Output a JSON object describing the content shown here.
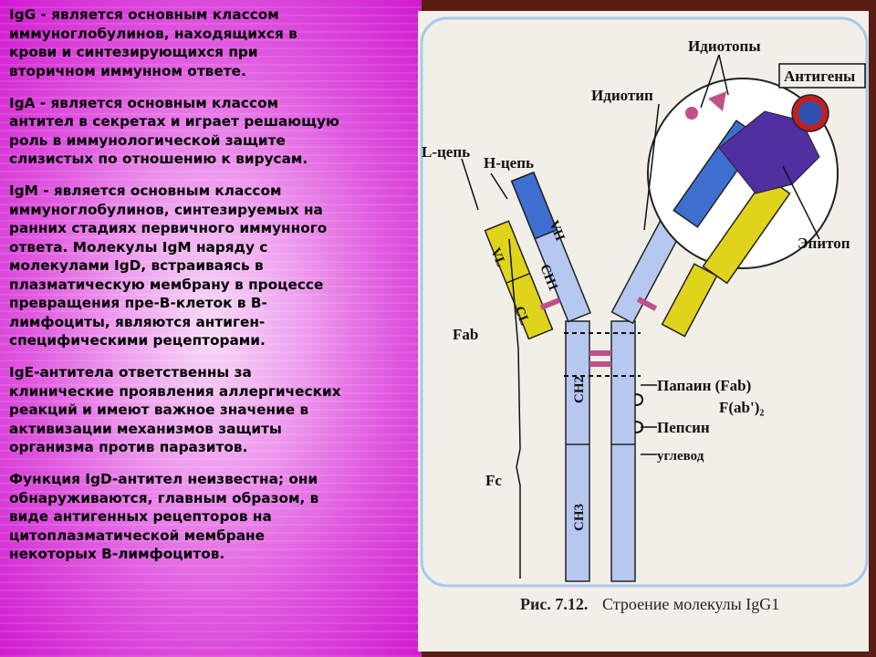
{
  "text": {
    "igg": [
      "IgG - является основным классом",
      "иммуноглобулинов, находящихся в",
      "крови и синтезирующихся при",
      "вторичном иммунном ответе."
    ],
    "iga": [
      "IgA - является основным классом",
      "антител в секретах и играет решающую",
      "роль в иммунологической защите",
      "слизистых по отношению к вирусам."
    ],
    "igm": [
      "IgM - является основным классом",
      "иммуноглобулинов, синтезируемых на",
      "ранних стадиях первичного иммунного",
      "ответа. Молекулы IgM наряду с",
      "молекулами IgD, встраиваясь в",
      "плазматическую мембрану в процессе",
      "превращения пре-В-клеток в В-",
      "лимфоциты, являются антиген-",
      "специфическими рецепторами."
    ],
    "ige": [
      "IgE-антитела ответственны за",
      "клинические проявления аллергических",
      "реакций и имеют важное значение в",
      "активизации механизмов защиты",
      "организма против паразитов."
    ],
    "igd": [
      "Функция IgD-антител неизвестна; они",
      "обнаруживаются, главным образом, в",
      "виде антигенных рецепторов на",
      "цитоплазматической мембране",
      "некоторых В-лимфоцитов."
    ]
  },
  "diagram": {
    "label_idiotopes": "Идиотопы",
    "label_antigens": "Антигены",
    "label_idiotype": "Идиотип",
    "label_l_chain": "L-цепь",
    "label_h_chain": "H-цепь",
    "label_fab": "Fab",
    "label_fc": "Fc",
    "label_epitope": "Эпитоп",
    "label_papain": "Папаин (Fab)",
    "label_fab2": "F(ab')₂",
    "label_pepsin": "Пепсин",
    "label_carb": "углевод",
    "domain_vh": "VH",
    "domain_ch1": "CH1",
    "domain_vl": "VL",
    "domain_cl": "CL",
    "domain_ch2": "CH2",
    "domain_ch3": "CH3",
    "caption_num": "Рис. 7.12.",
    "caption_text": "Строение молекулы IgG1"
  },
  "colors": {
    "heavy_chain": "#b6c8f0",
    "vh_domain": "#3f6fd0",
    "light_chain": "#e0d31c",
    "disulfide": "#c0508a",
    "antigen": "#5030a0",
    "figure_bg": "#f2efe9",
    "frame": "#5a1d14"
  }
}
